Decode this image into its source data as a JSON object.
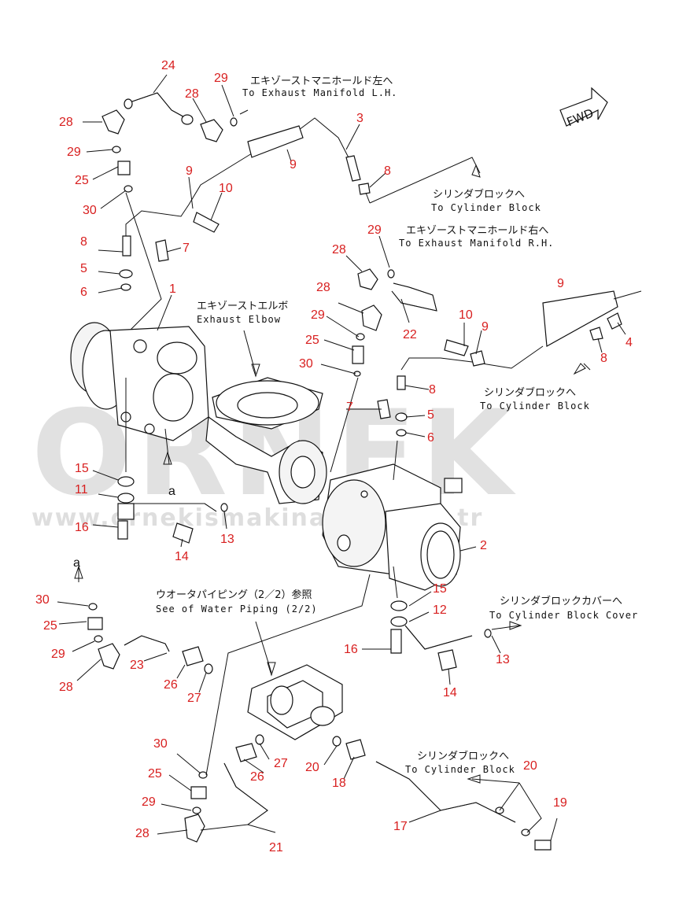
{
  "watermark": {
    "brand": "ORNEK",
    "url": "www.ornekismakinalari.com.tr"
  },
  "fwd_label": "FWD",
  "part_numbers": {
    "p24": "24",
    "p29a": "29",
    "p28a": "28",
    "p28b": "28",
    "p29b": "29",
    "p25a": "25",
    "p30a": "30",
    "p9a": "9",
    "p10a": "10",
    "p9b": "9",
    "p3": "3",
    "p8a": "8",
    "p8b": "8",
    "p7a": "7",
    "p5a": "5",
    "p6a": "6",
    "p1": "1",
    "p29c": "29",
    "p28c": "28",
    "p28d": "28",
    "p29d": "29",
    "p22": "22",
    "p25b": "25",
    "p30b": "30",
    "p9c": "9",
    "p10b": "10",
    "p9d": "9",
    "p4": "4",
    "p8c": "8",
    "p8d": "8",
    "p7b": "7",
    "p5b": "5",
    "p6b": "6",
    "p15a": "15",
    "p11": "11",
    "p16a": "16",
    "p14a": "14",
    "p13a": "13",
    "p2": "2",
    "p15b": "15",
    "p12": "12",
    "p16b": "16",
    "p14b": "14",
    "p13b": "13",
    "p30c": "30",
    "p25c": "25",
    "p29e": "29",
    "p28e": "28",
    "p23": "23",
    "p26a": "26",
    "p27a": "27",
    "p30d": "30",
    "p25d": "25",
    "p29f": "29",
    "p28f": "28",
    "p26b": "26",
    "p27b": "27",
    "p21": "21",
    "p20a": "20",
    "p18": "18",
    "p20b": "20",
    "p19": "19",
    "p17": "17"
  },
  "labels": {
    "exh_lh_jp": "エキゾーストマニホールド左へ",
    "exh_lh_en": "To Exhaust Manifold L.H.",
    "cyl1_jp": "シリンダブロックへ",
    "cyl1_en": "To Cylinder Block",
    "exh_rh_jp": "エキゾーストマニホールド右へ",
    "exh_rh_en": "To Exhaust Manifold R.H.",
    "elbow_jp": "エキゾーストエルボ",
    "elbow_en": "Exhaust Elbow",
    "cyl2_jp": "シリンダブロックへ",
    "cyl2_en": "To Cylinder Block",
    "water_jp": "ウオータパイピング（2／2）参照",
    "water_en": "See of Water Piping (2/2)",
    "cover_jp": "シリンダブロックカバーへ",
    "cover_en": "To Cylinder Block Cover",
    "cyl3_jp": "シリンダブロックへ",
    "cyl3_en": "To Cylinder Block",
    "a1": "a",
    "a2": "a"
  }
}
